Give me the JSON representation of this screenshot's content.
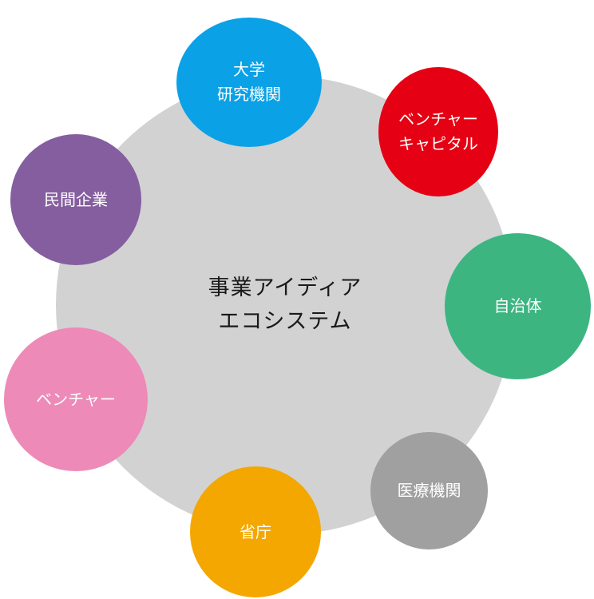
{
  "hub": {
    "lines": [
      "事業アイディア",
      "エコシステム"
    ],
    "color": "#d2d2d2"
  },
  "nodes": [
    {
      "key": "univ",
      "lines": [
        "大学",
        "研究機関"
      ],
      "color": "#0ba1e6"
    },
    {
      "key": "vc",
      "lines": [
        "ベンチャー",
        "キャピタル"
      ],
      "color": "#e60014"
    },
    {
      "key": "local",
      "lines": [
        "自治体"
      ],
      "color": "#3cb581"
    },
    {
      "key": "medical",
      "lines": [
        "医療機関"
      ],
      "color": "#a0a0a0"
    },
    {
      "key": "gov",
      "lines": [
        "省庁"
      ],
      "color": "#f3a700"
    },
    {
      "key": "venture",
      "lines": [
        "ベンチャー"
      ],
      "color": "#ed8ab8"
    },
    {
      "key": "private",
      "lines": [
        "民間企業"
      ],
      "color": "#845e9e"
    }
  ]
}
